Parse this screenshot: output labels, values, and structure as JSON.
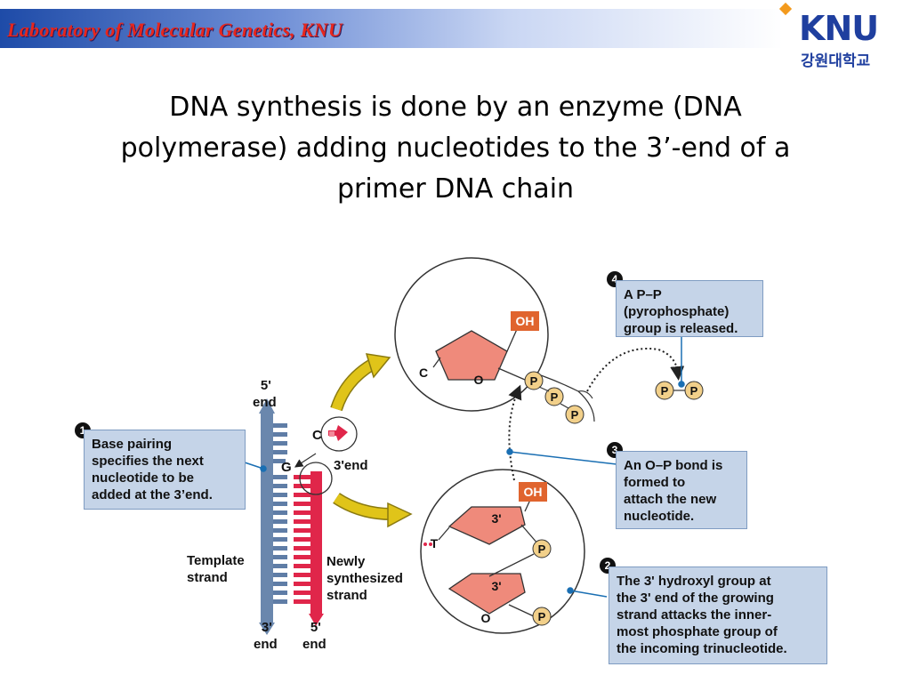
{
  "header": {
    "lab_name": "Laboratory of Molecular Genetics, KNU",
    "logo_text": "KNU",
    "logo_subtext": "강원대학교"
  },
  "title_lines": [
    "DNA synthesis is done by an enzyme (DNA",
    "polymerase) adding nucleotides to the 3’-end of a",
    "primer DNA chain"
  ],
  "steps": [
    {
      "num": "1",
      "lines": [
        "Base pairing",
        "specifies the next",
        "nucleotide to be",
        "added at the 3’end."
      ]
    },
    {
      "num": "2",
      "lines": [
        "The 3' hydroxyl group at",
        "the 3' end of the growing",
        "strand attacks the inner-",
        "most phosphate group of",
        "the incoming trinucleotide."
      ]
    },
    {
      "num": "3",
      "lines": [
        "An O–P bond is",
        "formed to",
        "attach the new",
        "nucleotide."
      ]
    },
    {
      "num": "4",
      "lines": [
        "A P–P",
        "(pyrophosphate)",
        "group is released."
      ]
    }
  ],
  "strand_labels": {
    "top_left_end": [
      "5'",
      "end"
    ],
    "bottom_left_end": [
      "3'",
      "end"
    ],
    "bottom_right_end": [
      "5'",
      "end"
    ],
    "three_prime_end": "3'end",
    "template": [
      "Template",
      "strand"
    ],
    "newly": [
      "Newly",
      "synthesized",
      "strand"
    ],
    "base_g": "G",
    "base_c": "C"
  },
  "molecule_labels": {
    "oh": "OH",
    "p": "P",
    "o": "O",
    "c": "C",
    "t": "T",
    "three_prime": "3'"
  },
  "colors": {
    "banner_text": "#e8261c",
    "banner_blue": "#1e4ba8",
    "box_fill": "#c5d4e8",
    "template_strand": "#6a87ad",
    "new_strand": "#e0264a",
    "sugar": "#ef8a7b",
    "phosphate": "#f2d08a",
    "oh_fill": "#e0642e",
    "arrow_yellow": "#e0c419",
    "leader_blue": "#1a6fb3"
  }
}
